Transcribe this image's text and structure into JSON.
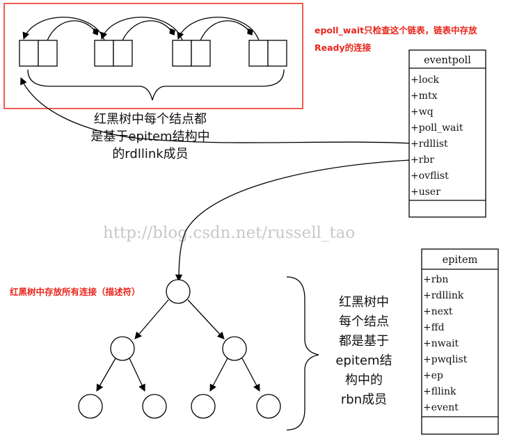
{
  "annotations": {
    "epoll_wait_note_line1": "epoll_wait只检查这个链表，链表中存放",
    "epoll_wait_note_line2": "Ready的连接",
    "rdllist_note": [
      "红黑树中每个结点都",
      "是基于epitem结构中",
      "的rdllink成员"
    ],
    "rbtree_note": "红黑树中存放所有连接（描述符）",
    "rbn_note": [
      "红黑树中",
      "每个结点",
      "都是基于",
      "epitem结",
      "构中的",
      "rbn成员"
    ]
  },
  "watermark": "http://blog.csdn.net/russell_tao",
  "eventpoll": {
    "title": "eventpoll",
    "fields": [
      "+lock",
      "+mtx",
      "+wq",
      "+poll_wait",
      "+rdllist",
      "+rbr",
      "+ovflist",
      "+user"
    ]
  },
  "epitem": {
    "title": "epitem",
    "fields": [
      "+rbn",
      "+rdllink",
      "+next",
      "+ffd",
      "+nwait",
      "+pwqlist",
      "+ep",
      "+fllink",
      "+event"
    ]
  },
  "colors": {
    "accent": "#e8261c",
    "box_border": "#e8261c",
    "watermark": "#c8c8c8"
  }
}
